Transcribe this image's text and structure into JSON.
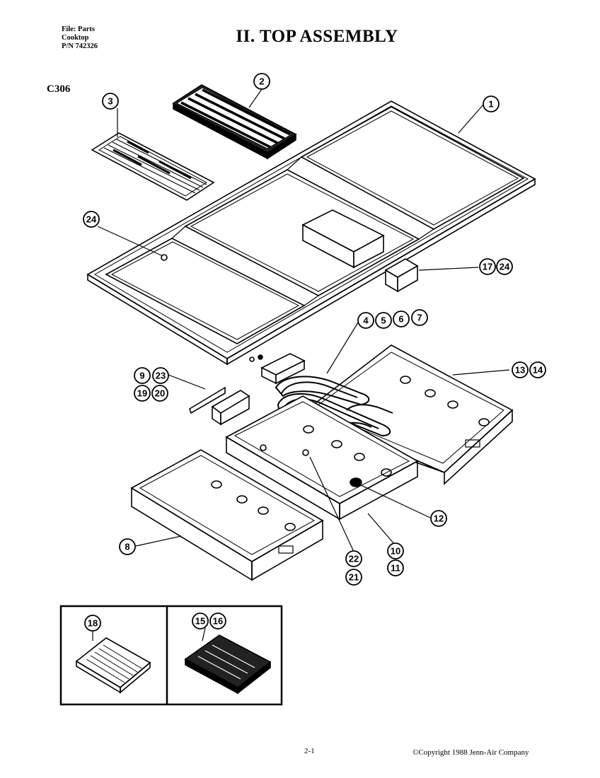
{
  "header": {
    "file_line": "File: Parts",
    "product_line": "Cooktop",
    "part_number_line": "P/N 742326"
  },
  "title": "II.  TOP ASSEMBLY",
  "model": "C306",
  "callouts": [
    "1",
    "2",
    "3",
    "24",
    "17",
    "24",
    "4",
    "5",
    "6",
    "7",
    "13",
    "14",
    "9",
    "23",
    "19",
    "20",
    "12",
    "8",
    "10",
    "11",
    "22",
    "21",
    "18",
    "15",
    "16"
  ],
  "footer": {
    "page_number": "2-1",
    "copyright": "©Copyright 1988 Jenn-Air Company"
  }
}
